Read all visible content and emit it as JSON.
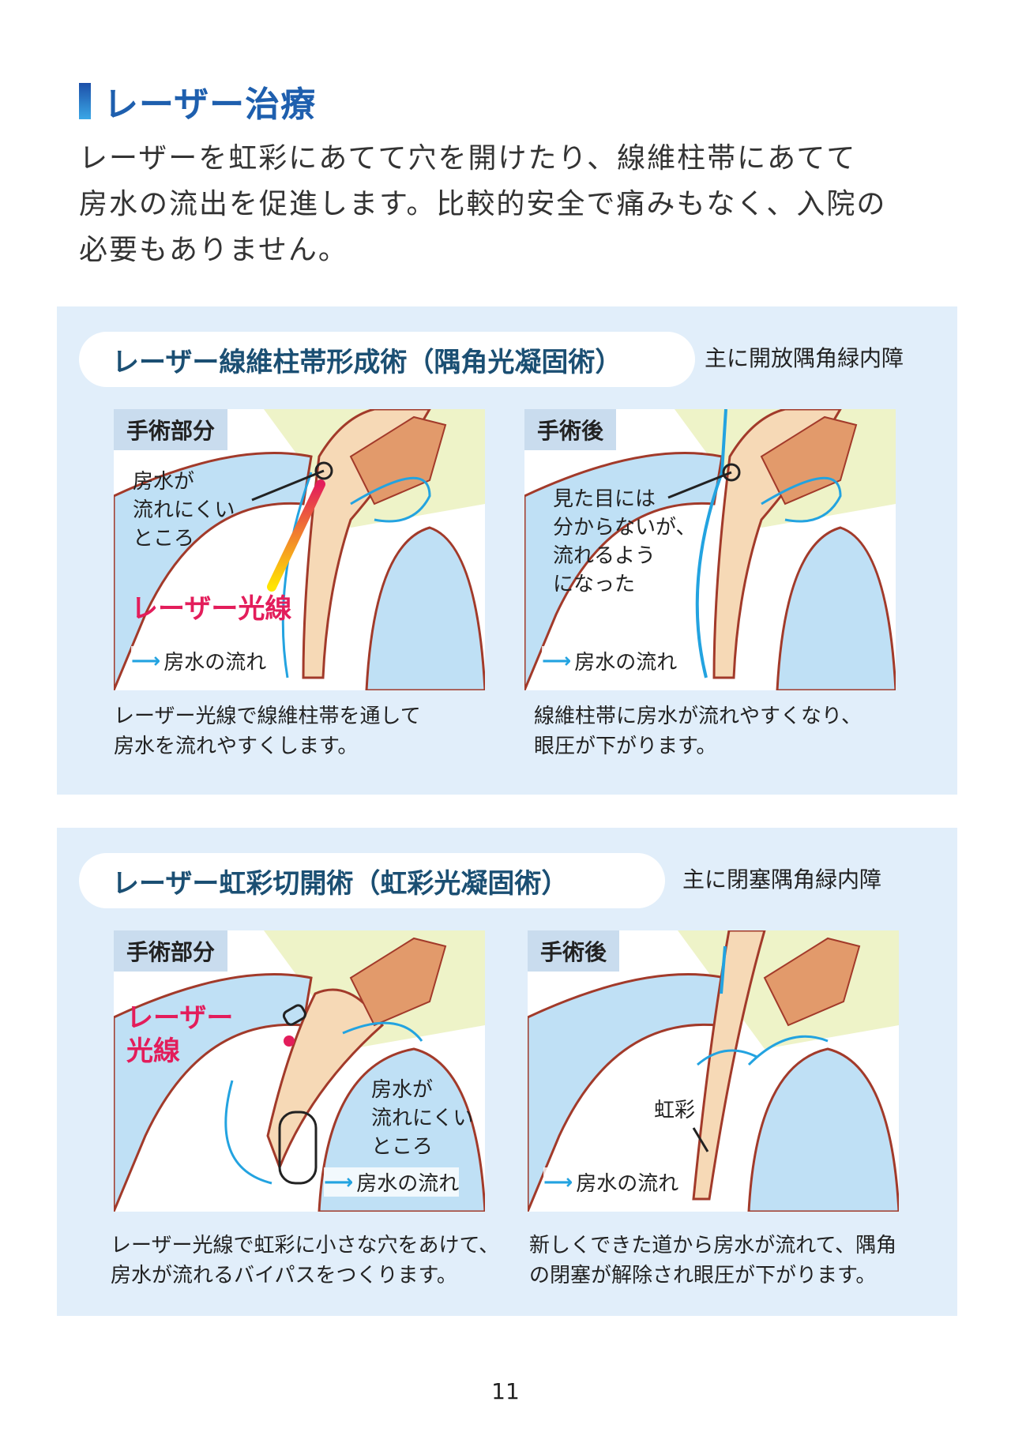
{
  "header": {
    "title": "レーザー治療"
  },
  "intro": {
    "line1": "レーザーを虹彩にあてて穴を開けたり、線維柱帯にあてて",
    "line2": "房水の流出を促進します。比較的安全で痛みもなく、入院の",
    "line3": "必要もありません。"
  },
  "sections": [
    {
      "title": "レーザー線維柱帯形成術（隅角光凝固術）",
      "target": "主に開放隅角緑内障",
      "before": {
        "tag": "手術部分",
        "label_lines": [
          "房水が",
          "流れにくい",
          "ところ"
        ],
        "laser_label": "レーザー光線",
        "flow_label": "房水の流れ",
        "caption_lines": [
          "レーザー光線で線維柱帯を通して",
          "房水を流れやすくします。"
        ]
      },
      "after": {
        "tag": "手術後",
        "label_lines": [
          "見た目には",
          "分からないが、",
          "流れるよう",
          "になった"
        ],
        "flow_label": "房水の流れ",
        "caption_lines": [
          "線維柱帯に房水が流れやすくなり、",
          "眼圧が下がります。"
        ]
      }
    },
    {
      "title": "レーザー虹彩切開術（虹彩光凝固術）",
      "target": "主に閉塞隅角緑内障",
      "before": {
        "tag": "手術部分",
        "laser_lines": [
          "レーザー",
          "光線"
        ],
        "label_lines": [
          "房水が",
          "流れにくい",
          "ところ"
        ],
        "flow_label": "房水の流れ",
        "caption_lines": [
          "レーザー光線で虹彩に小さな穴をあけて、",
          "房水が流れるバイパスをつくります。"
        ]
      },
      "after": {
        "tag": "手術後",
        "iris_label": "虹彩",
        "flow_label": "房水の流れ",
        "caption_lines": [
          "新しくできた道から房水が流れて、隅角",
          "の閉塞が解除され眼圧が下がります。"
        ]
      }
    }
  ],
  "page_number": "11",
  "colors": {
    "accent": "#1e5fae",
    "panel": "#e1eefa",
    "laser": "#e31d5b",
    "flow": "#23a3e0",
    "lens": "#bfe0f5",
    "tissue": "#f6d9b6",
    "sclera": "#eef3c8"
  }
}
